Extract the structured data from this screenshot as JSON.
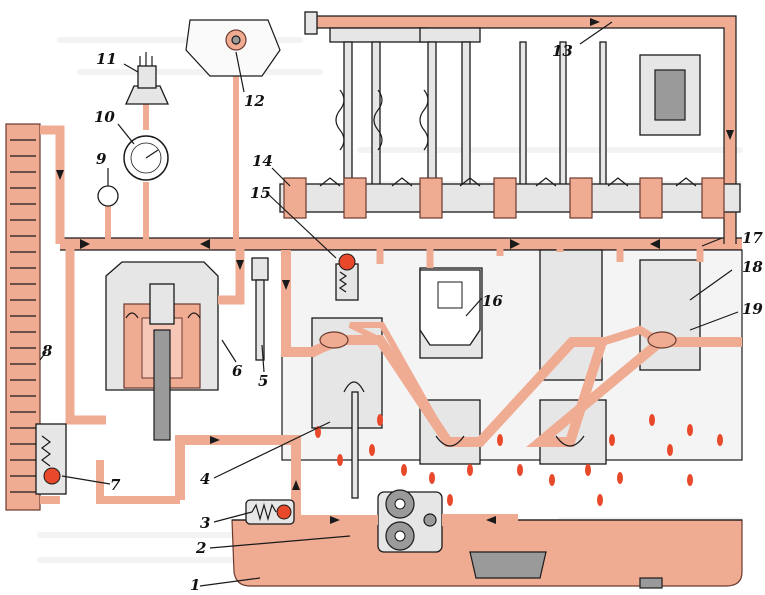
{
  "callouts": [
    {
      "id": "1",
      "text": "1"
    },
    {
      "id": "2",
      "text": "2"
    },
    {
      "id": "3",
      "text": "3"
    },
    {
      "id": "4",
      "text": "4"
    },
    {
      "id": "5",
      "text": "5"
    },
    {
      "id": "6",
      "text": "6"
    },
    {
      "id": "7",
      "text": "7"
    },
    {
      "id": "8",
      "text": "8"
    },
    {
      "id": "9",
      "text": "9"
    },
    {
      "id": "10",
      "text": "10"
    },
    {
      "id": "11",
      "text": "11"
    },
    {
      "id": "12",
      "text": "12"
    },
    {
      "id": "13",
      "text": "13"
    },
    {
      "id": "14",
      "text": "14"
    },
    {
      "id": "15",
      "text": "15"
    },
    {
      "id": "16",
      "text": "16"
    },
    {
      "id": "17",
      "text": "17"
    },
    {
      "id": "18",
      "text": "18"
    },
    {
      "id": "19",
      "text": "19"
    }
  ],
  "colors": {
    "oil": "#f0ab93",
    "oil_outline": "#6b3a2e",
    "valve_ball": "#e8492a",
    "metal": "#e6e6e6",
    "ink": "#1a1a1a"
  }
}
